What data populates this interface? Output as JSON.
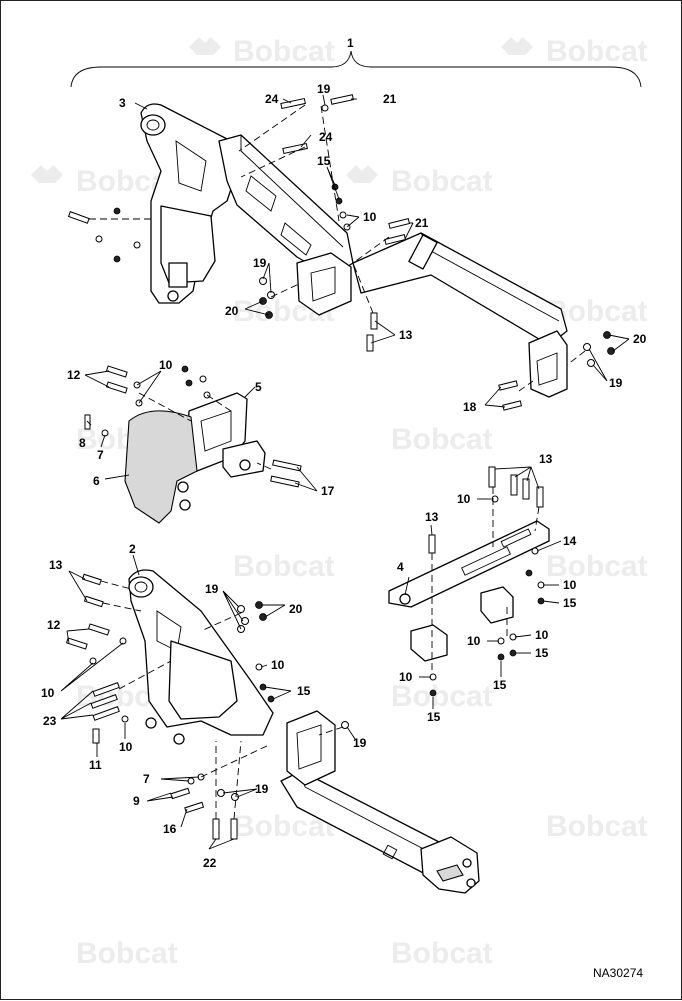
{
  "watermark": {
    "brand": "Bobcat"
  },
  "drawing_code": "NA30274",
  "callouts": {
    "c1": "1",
    "c2": "2",
    "c3": "3",
    "c4": "4",
    "c5": "5",
    "c6": "6",
    "c7": "7",
    "c7b": "7",
    "c8": "8",
    "c9": "9",
    "c10a": "10",
    "c10b": "10",
    "c10c": "10",
    "c10d": "10",
    "c10e": "10",
    "c10f": "10",
    "c10g": "10",
    "c10h": "10",
    "c10i": "10",
    "c11": "11",
    "c12a": "12",
    "c12b": "12",
    "c13a": "13",
    "c13b": "13",
    "c13c": "13",
    "c13d": "13",
    "c14": "14",
    "c15a": "15",
    "c15b": "15",
    "c15c": "15",
    "c15d": "15",
    "c15e": "15",
    "c16": "16",
    "c17": "17",
    "c18": "18",
    "c19a": "19",
    "c19b": "19",
    "c19c": "19",
    "c19d": "19",
    "c19e": "19",
    "c19f": "19",
    "c20a": "20",
    "c20b": "20",
    "c20c": "20",
    "c21a": "21",
    "c21b": "21",
    "c22": "22",
    "c23": "23",
    "c24a": "24",
    "c24b": "24"
  }
}
